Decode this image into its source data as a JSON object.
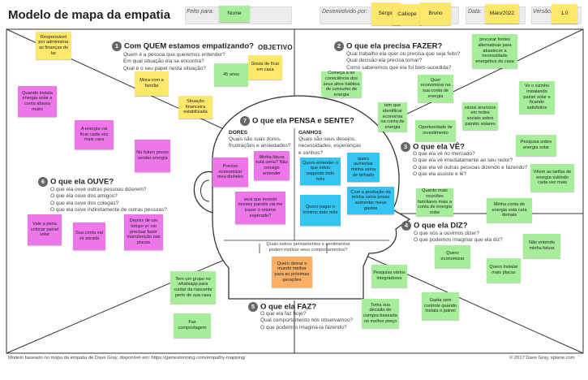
{
  "title": "Modelo de mapa da empatia",
  "header": {
    "feito_para_label": "Feito para:",
    "feito_para_value": "Nome",
    "desenvolvido_label": "Desenvolvido por:",
    "desenvolvido_notes": [
      "Sérgio",
      "Calliope",
      "Bruno"
    ],
    "data_label": "Data:",
    "data_value": "Maio/2022",
    "versao_label": "Versão:",
    "versao_value": "1.0"
  },
  "objetivo": "OBJETIVO",
  "q1": {
    "num": "1",
    "title": "Com QUEM estamos empatizando?",
    "lines": [
      "Quem é a pessoa que queremos entender?",
      "Em qual situação ela se encontra?",
      "Qual é o seu papel nesta situação?"
    ],
    "notes": [
      "Responsável por administrar as finanças do lar",
      "Mora com a família",
      "45 anos",
      "Gosta de ficar em casa",
      "Situação financeira estabilizada"
    ]
  },
  "q2": {
    "num": "2",
    "title": "O que ela precisa FAZER?",
    "lines": [
      "Qual trabalho ela quer ou precisa que seja feito?",
      "Qual decisão ela precisa tomar?",
      "Como saberemos que ela foi bem-sucedida?"
    ],
    "notes": [
      "Começa a ter consciência dos seus altos hábitos de consumo de energia",
      "procurar fontes alternativas para abastecer a necessidade energética da casa",
      "Quer economizar na sua conta de energia",
      "tem que identificar economia na conta de energia",
      "Oportunidade de investimento"
    ]
  },
  "q3": {
    "num": "3",
    "title": "O que ela VÊ?",
    "lines": [
      "O que ela vê no mercado?",
      "O que ela vê imediatamente ao seu redor?",
      "O que ela vê outras pessoas dizendo e fazendo?",
      "O que ela assiste e lê?"
    ],
    "notes": [
      "vários anuncios em redes sociais sobre painéis solares",
      "Ve o vizinho instalando painel solar e ficando satisfeitos",
      "Pesquisa sobre energia solar",
      "Vêem as tarifas de energia subindo cada vez mais"
    ]
  },
  "q4": {
    "num": "4",
    "title": "O que ela DIZ?",
    "lines": [
      "O que nós a ouvimos dizer?",
      "O que podemos imaginar que ela diz?"
    ],
    "notes": [
      "Quanto mais reuniões familiares mais a conta de energia sobe",
      "Minha conta de energia está cara demais",
      "Não entendo minha fatura",
      "Quero economizar",
      "Quero instalar mais placas"
    ]
  },
  "q5": {
    "num": "5",
    "title": "O que ela FAZ?",
    "lines": [
      "O que ela faz hoje?",
      "Qual comportamento nós observamos?",
      "O que podemos imaginá-la fazendo?"
    ],
    "notes": [
      "Pesquisa vários integradores",
      "Toma sua decisão de compra baseada no melhor preço",
      "Gasta sem controle quando instala o painel"
    ]
  },
  "q6": {
    "num": "6",
    "title": "O que ela OUVE?",
    "lines": [
      "O que ela ouve outras pessoas dizerem?",
      "O que ela ouve dos amigos?",
      "O que ela ouve dos colegas?",
      "O que ela ouve indiretamente de outras pessoas?"
    ],
    "notes": [
      "Quando instala energia solar a conta abaixa muito",
      "A energia vai ficar cada vez mais cara",
      "No futuro posso vender energia",
      "Vale a pena colocar painel solar",
      "Sua conta vai vir zerada",
      "Depois de um tempo vc vai precisar fazer manutenção nas placas",
      "Tem um grupo no whatsapp para cuidar da nascente perto de sua casa",
      "Faz compostagem"
    ]
  },
  "q7": {
    "num": "7",
    "title": "O que ela PENSA e SENTE?",
    "dores_title": "DORES",
    "dores_lines": [
      "Quais são suas dores,",
      "frustrações e ansiedades?"
    ],
    "ganhos_title": "GANHOS",
    "ganhos_lines": [
      "Quais são seus desejos,",
      "necessidades, esperanças",
      "e sonhos?"
    ],
    "dores_notes": [
      "Preciso economizar meu dinheiro",
      "Minha fatura está certa? Não consigo entender",
      "será que investir nesses painéis vai me trazer o retorno esperado?"
    ],
    "ganhos_notes": [
      "Quero entender o que estou pagando todo mês",
      "quero aumentar minha usina de telhado",
      "Com a produção da minha usina posso aumentar meus gastos",
      "Quero pagar o mínimo todo mês"
    ],
    "outros_lines": [
      "Quais outros pensamentos e sentimentos",
      "podem motivar seus comportamentos?"
    ],
    "outros_note": "Quero deixar o mundo melhor para as próximas gerações"
  },
  "footer": {
    "left": "Modelo baseado no mapa da empatia de Dave Gray, disponível em: https://gamestorming.com/empathy-mapping/",
    "right": "© 2017 Dave Gray, xplane.com"
  }
}
